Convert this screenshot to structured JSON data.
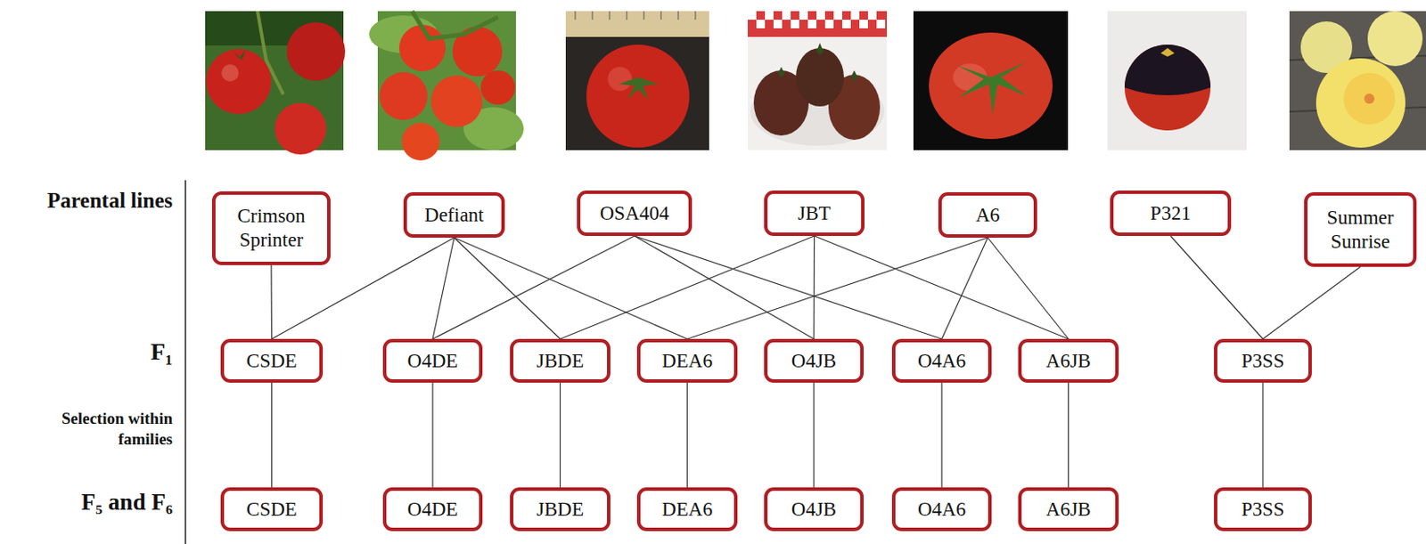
{
  "diagram": {
    "nodes": [
      {
        "text": [
          "Crimson Sprinter"
        ]
      },
      {
        "text": [
          "Defiant"
        ]
      },
      {
        "text": [
          "OSA404"
        ]
      },
      {
        "text": [
          "JBT"
        ]
      },
      {
        "text": [
          "A6"
        ]
      },
      {
        "text": [
          "P321"
        ]
      },
      {
        "text": [
          "Summer Sunrise"
        ]
      },
      {
        "text": [
          "CSDE"
        ]
      },
      {
        "text": [
          "O4DE"
        ]
      },
      {
        "text": [
          "JBDE"
        ]
      },
      {
        "text": [
          "DEA6"
        ]
      },
      {
        "text": [
          "O4JB"
        ]
      },
      {
        "text": [
          "O4A6"
        ]
      },
      {
        "text": [
          "A6JB"
        ]
      },
      {
        "text": [
          "P3SS"
        ]
      },
      {
        "text": [
          "CSDE"
        ]
      },
      {
        "text": [
          "O4DE"
        ]
      },
      {
        "text": [
          "JBDE"
        ]
      },
      {
        "text": [
          "DEA6"
        ]
      },
      {
        "text": [
          "O4JB"
        ]
      },
      {
        "text": [
          "O4A6"
        ]
      },
      {
        "text": [
          "A6JB"
        ]
      },
      {
        "text": [
          "P3SS"
        ]
      }
    ],
    "edges": [
      {
        "from": 0,
        "to": 7,
        "arrow": "none"
      },
      {
        "from": 1,
        "to": 7,
        "arrow": "none"
      },
      {
        "from": 1,
        "to": 8,
        "arrow": "none"
      },
      {
        "from": 1,
        "to": 9,
        "arrow": "none"
      },
      {
        "from": 1,
        "to": 10,
        "arrow": "none"
      },
      {
        "from": 2,
        "to": 8,
        "arrow": "none"
      },
      {
        "from": 2,
        "to": 11,
        "arrow": "none"
      },
      {
        "from": 2,
        "to": 12,
        "arrow": "none"
      },
      {
        "from": 3,
        "to": 9,
        "arrow": "none"
      },
      {
        "from": 3,
        "to": 11,
        "arrow": "none"
      },
      {
        "from": 3,
        "to": 13,
        "arrow": "none"
      },
      {
        "from": 4,
        "to": 10,
        "arrow": "none"
      },
      {
        "from": 4,
        "to": 12,
        "arrow": "none"
      },
      {
        "from": 4,
        "to": 13,
        "arrow": "none"
      },
      {
        "from": 5,
        "to": 14,
        "arrow": "none"
      },
      {
        "from": 6,
        "to": 14,
        "arrow": "none"
      },
      {
        "from": 7,
        "to": 15,
        "arrow": "none"
      },
      {
        "from": 8,
        "to": 16,
        "arrow": "none"
      },
      {
        "from": 9,
        "to": 17,
        "arrow": "none"
      },
      {
        "from": 10,
        "to": 18,
        "arrow": "none"
      },
      {
        "from": 11,
        "to": 19,
        "arrow": "none"
      },
      {
        "from": 12,
        "to": 20,
        "arrow": "none"
      },
      {
        "from": 13,
        "to": 21,
        "arrow": "none"
      },
      {
        "from": 14,
        "to": 22,
        "arrow": "none"
      }
    ],
    "labels": [
      "Parental lines",
      "F₁",
      "Selection within families",
      "F₅ and F₆"
    ]
  }
}
